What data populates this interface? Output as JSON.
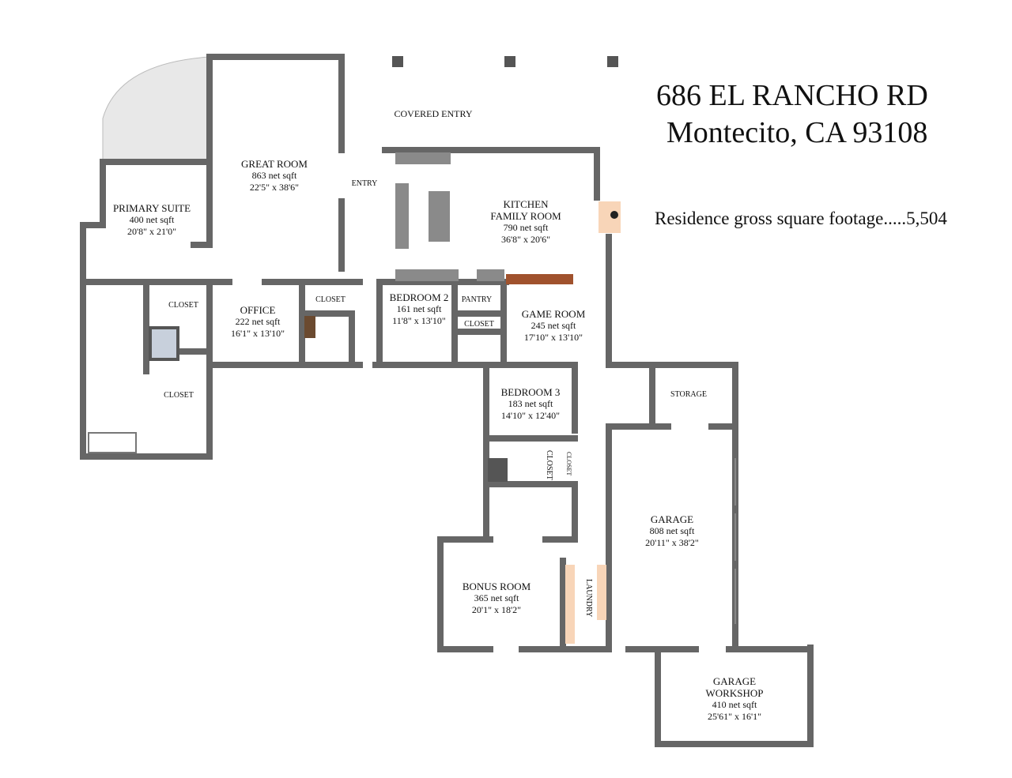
{
  "header": {
    "address_line1": "686 EL RANCHO RD",
    "address_line2": "Montecito, CA 93108",
    "gross_label": "Residence gross square footage.....5,504"
  },
  "rooms": {
    "covered_entry": {
      "name": "COVERED ENTRY"
    },
    "great_room": {
      "name": "GREAT ROOM",
      "area": "863 net sqft",
      "dims": "22'5\" x 38'6\""
    },
    "entry": {
      "name": "ENTRY"
    },
    "kitchen": {
      "name": "KITCHEN",
      "name2": "FAMILY ROOM",
      "area": "790 net sqft",
      "dims": "36'8\" x 20'6\""
    },
    "primary_suite": {
      "name": "PRIMARY SUITE",
      "area": "400 net sqft",
      "dims": "20'8\" x 21'0\""
    },
    "primary_closet1": {
      "name": "CLOSET"
    },
    "primary_closet2": {
      "name": "CLOSET"
    },
    "office": {
      "name": "OFFICE",
      "area": "222 net sqft",
      "dims": "16'1\" x 13'10\""
    },
    "office_closet": {
      "name": "CLOSET"
    },
    "bedroom2": {
      "name": "BEDROOM 2",
      "area": "161 net sqft",
      "dims": "11'8\" x 13'10\""
    },
    "pantry": {
      "name": "PANTRY"
    },
    "bed2_closet": {
      "name": "CLOSET"
    },
    "game_room": {
      "name": "GAME ROOM",
      "area": "245 net sqft",
      "dims": "17'10\" x 13'10\""
    },
    "bedroom3": {
      "name": "BEDROOM 3",
      "area": "183 net sqft",
      "dims": "14'10\" x 12'40\""
    },
    "bed3_closet1": {
      "name": "CLOSET"
    },
    "bed3_closet2": {
      "name": "CLOSET"
    },
    "storage": {
      "name": "STORAGE"
    },
    "garage": {
      "name": "GARAGE",
      "area": "808 net sqft",
      "dims": "20'11\" x 38'2\""
    },
    "bonus_room": {
      "name": "BONUS ROOM",
      "area": "365 net sqft",
      "dims": "20'1\" x 18'2\""
    },
    "laundry": {
      "name": "LAUNDRY"
    },
    "workshop": {
      "name": "GARAGE",
      "name2": "WORKSHOP",
      "area": "410 net sqft",
      "dims": "25'61\" x 16'1\""
    }
  },
  "colors": {
    "wall": "#666666",
    "counter": "#8a8a8a",
    "cabinet": "#a0522d",
    "laundry": "#f8d5b8"
  }
}
